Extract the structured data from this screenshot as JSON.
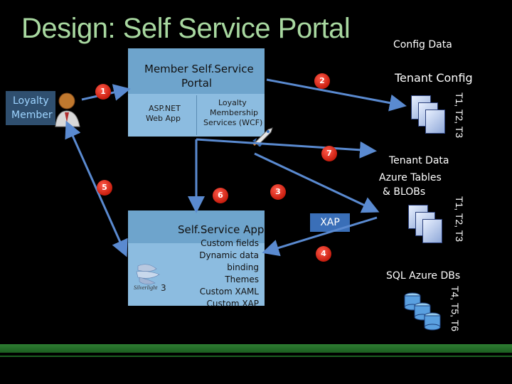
{
  "title": "Design: Self Service Portal",
  "config_data": "Config Data",
  "tenant_config": "Tenant Config",
  "tenant_data": "Tenant Data",
  "azure_tables": "Azure Tables",
  "blobs": "& BLOBs",
  "sql_azure": "SQL Azure DBs",
  "vertical_t123_a": "T1, T2, T3",
  "vertical_t123_b": "T1, T2, T3",
  "vertical_t456": "T4, T5, T6",
  "loyalty_member_line1": "Loyalty",
  "loyalty_member_line2": "Member",
  "portal": {
    "title_line1": "Member Self.Service",
    "title_line2": "Portal",
    "aspnet_line1": "ASP.NET",
    "aspnet_line2": "Web App",
    "wcf_line1": "Loyalty",
    "wcf_line2": "Membership",
    "wcf_line3": "Services (WCF)"
  },
  "app": {
    "title": "Self.Service App",
    "items": [
      "Custom fields",
      "Dynamic data binding",
      "Themes",
      "Custom XAML",
      "Custom XAP"
    ],
    "silverlight_label": "Silverlight",
    "silverlight_version": "3"
  },
  "xap": "XAP",
  "steps": [
    "1",
    "2",
    "3",
    "4",
    "5",
    "6",
    "7"
  ]
}
